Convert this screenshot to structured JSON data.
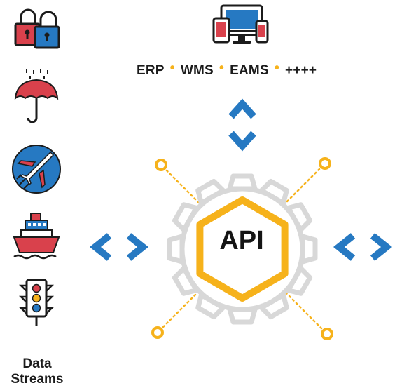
{
  "colors": {
    "red": "#d9414c",
    "blue": "#2679c2",
    "yellow": "#f6b21b",
    "gear": "#d8d8d8",
    "dark": "#1b1b1b"
  },
  "systems": [
    "ERP",
    "WMS",
    "EAMS",
    "++++"
  ],
  "center_label": "API",
  "footer": {
    "line1": "Data",
    "line2": "Streams"
  },
  "left_icons": [
    "lock-icon",
    "umbrella-icon",
    "airplane-icon",
    "ship-icon",
    "traffic-light-icon"
  ],
  "top_icon": "devices-icon"
}
